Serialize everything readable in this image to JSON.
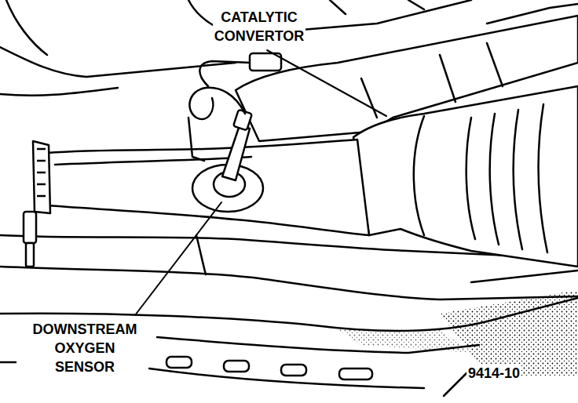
{
  "diagram": {
    "labels": [
      "CATALYTIC CONVERTOR",
      "DOWNSTREAM OXYGEN SENSOR",
      "9414-10"
    ]
  }
}
